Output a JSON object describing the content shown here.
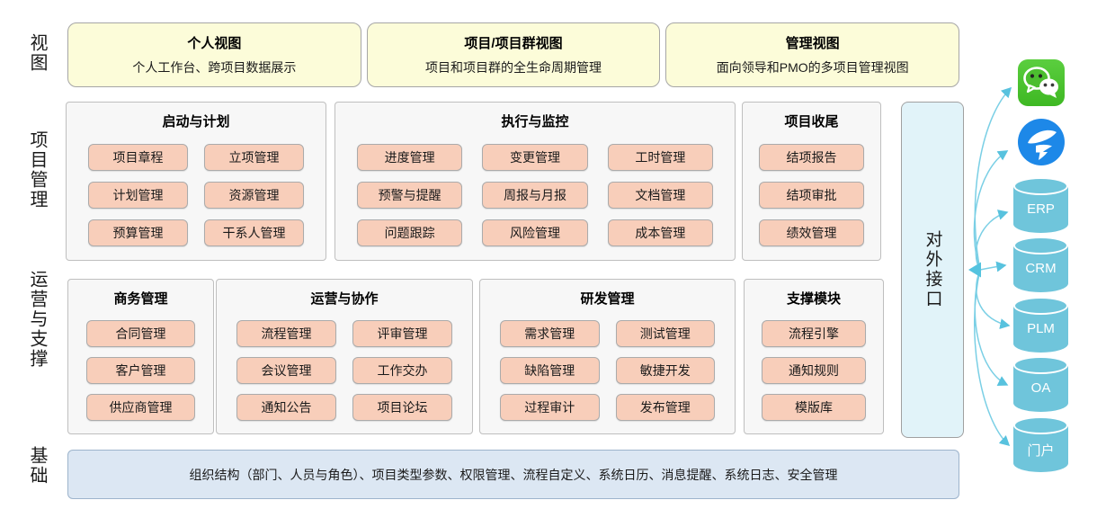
{
  "sidebar_labels": {
    "views": "视图",
    "pm": "项目管理",
    "ops": "运营与支撑",
    "foundation": "基础"
  },
  "view_cards": [
    {
      "title": "个人视图",
      "subtitle": "个人工作台、跨项目数据展示"
    },
    {
      "title": "项目/项目群视图",
      "subtitle": "项目和项目群的全生命周期管理"
    },
    {
      "title": "管理视图",
      "subtitle": "面向领导和PMO的多项目管理视图"
    }
  ],
  "pm_groups": [
    {
      "title": "启动与计划",
      "items": [
        "项目章程",
        "立项管理",
        "计划管理",
        "资源管理",
        "预算管理",
        "干系人管理"
      ]
    },
    {
      "title": "执行与监控",
      "items": [
        "进度管理",
        "变更管理",
        "工时管理",
        "预警与提醒",
        "周报与月报",
        "文档管理",
        "问题跟踪",
        "风险管理",
        "成本管理"
      ]
    },
    {
      "title": "项目收尾",
      "items": [
        "结项报告",
        "结项审批",
        "绩效管理"
      ]
    }
  ],
  "ops_groups": [
    {
      "title": "商务管理",
      "items": [
        "合同管理",
        "客户管理",
        "供应商管理"
      ]
    },
    {
      "title": "运营与协作",
      "items": [
        "流程管理",
        "评审管理",
        "会议管理",
        "工作交办",
        "通知公告",
        "项目论坛"
      ]
    },
    {
      "title": "研发管理",
      "items": [
        "需求管理",
        "测试管理",
        "缺陷管理",
        "敏捷开发",
        "过程审计",
        "发布管理"
      ]
    },
    {
      "title": "支撑模块",
      "items": [
        "流程引擎",
        "通知规则",
        "模版库"
      ]
    }
  ],
  "external_interface_label": "对外接口",
  "foundation_text": "组织结构（部门、人员与角色）、项目类型参数、权限管理、流程自定义、系统日历、消息提醒、系统日志、安全管理",
  "systems": [
    "ERP",
    "CRM",
    "PLM",
    "OA",
    "门户"
  ],
  "integration_icons": [
    "wechat-icon",
    "dingtalk-icon"
  ],
  "colors": {
    "view_card_yellow": "#FCFCD9",
    "group_gray": "#F7F7F7",
    "module_peach": "#F8CEBA",
    "external_interface_cyan": "#E1F3F9",
    "foundation_blue": "#DCE7F3",
    "database_blue": "#6FC5DB",
    "arrow_blue": "#7ACFE5",
    "wechat_green": "#4CBE30",
    "dingtalk_blue": "#1D88E8"
  }
}
